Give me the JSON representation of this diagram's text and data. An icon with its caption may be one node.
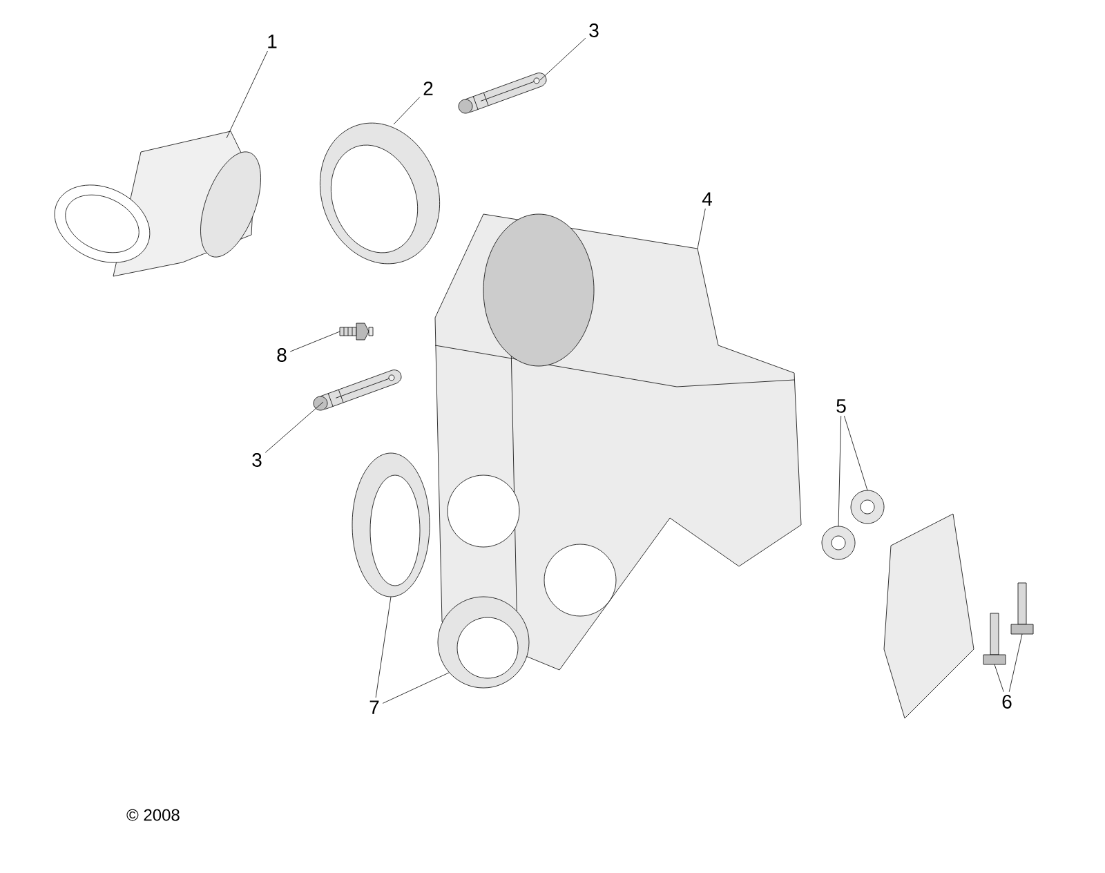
{
  "diagram": {
    "nodes": [
      {
        "text": [
          "1"
        ]
      },
      {
        "text": [],
        "shape": "picture"
      },
      {
        "text": [
          "2"
        ]
      },
      {
        "text": [],
        "shape": "picture"
      },
      {
        "text": [
          "3"
        ]
      },
      {
        "text": [],
        "shape": "picture"
      },
      {
        "text": [
          "4"
        ]
      },
      {
        "text": [],
        "shape": "picture"
      },
      {
        "text": [
          "8"
        ]
      },
      {
        "text": [],
        "shape": "picture"
      },
      {
        "text": [
          "3"
        ]
      },
      {
        "text": [],
        "shape": "picture"
      },
      {
        "text": [
          "5"
        ]
      },
      {
        "text": [],
        "shape": "picture"
      },
      {
        "text": [],
        "shape": "picture"
      },
      {
        "text": [
          "7"
        ]
      },
      {
        "text": [],
        "shape": "picture"
      },
      {
        "text": [],
        "shape": "picture"
      },
      {
        "text": [
          "6"
        ]
      },
      {
        "text": [],
        "shape": "picture"
      },
      {
        "text": [],
        "shape": "picture"
      }
    ],
    "edges": [
      {
        "from": 0,
        "to": 1,
        "arrow": "none"
      },
      {
        "from": 2,
        "to": 3,
        "arrow": "none"
      },
      {
        "from": 4,
        "to": 5,
        "arrow": "none"
      },
      {
        "from": 6,
        "to": 7,
        "arrow": "none"
      },
      {
        "from": 8,
        "to": 9,
        "arrow": "none"
      },
      {
        "from": 10,
        "to": 11,
        "arrow": "none"
      },
      {
        "from": 12,
        "to": 13,
        "arrow": "none"
      },
      {
        "from": 12,
        "to": 14,
        "arrow": "none"
      },
      {
        "from": 15,
        "to": 16,
        "arrow": "none"
      },
      {
        "from": 15,
        "to": 17,
        "arrow": "none"
      },
      {
        "from": 18,
        "to": 19,
        "arrow": "none"
      },
      {
        "from": 18,
        "to": 20,
        "arrow": "none"
      }
    ],
    "labels": [
      "© 2008"
    ]
  }
}
